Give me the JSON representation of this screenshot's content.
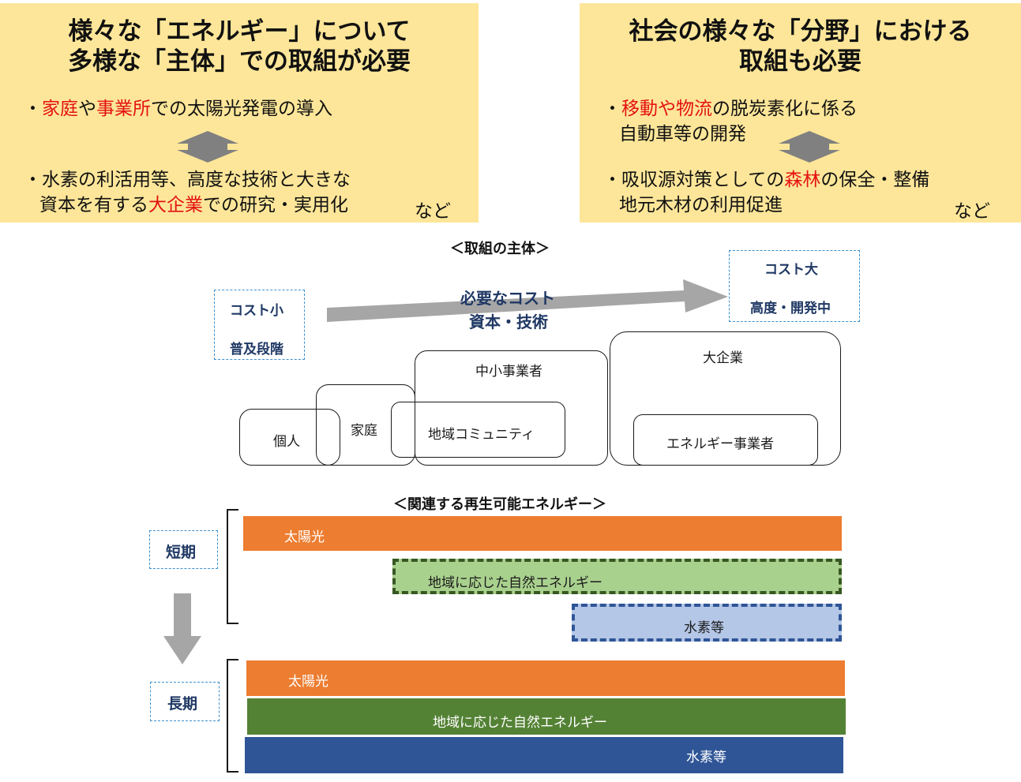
{
  "left_panel": {
    "title_line1": "様々な「エネルギー」について",
    "title_line2": "多様な「主体」での取組が必要",
    "b1_red1": "家庭",
    "b1_mid": "や",
    "b1_red2": "事業所",
    "b1_rest": "での太陽光発電の導入",
    "b2_line1": "・水素の利活用等、高度な技術と大きな",
    "b2_line2_pre": "資本を有する",
    "b2_line2_red": "大企業",
    "b2_line2_post": "での研究・実用化",
    "etc": "など"
  },
  "right_panel": {
    "title_line1": "社会の様々な「分野」における",
    "title_line2": "取組も必要",
    "b1_red": "移動や物流",
    "b1_rest": "の脱炭素化に係る",
    "b1_line2": "自動車等の開発",
    "b2_pre": "・吸収源対策としての",
    "b2_red": "森林",
    "b2_post": "の保全・整備",
    "b2_line2": "地元木材の利用促進",
    "etc": "など"
  },
  "actors": {
    "section_title": "＜取組の主体＞",
    "cost_small_label": "コスト小",
    "cost_small_stage": "普及段階",
    "cost_large_label": "コスト大",
    "cost_large_stage": "高度・開発中",
    "arrow_line1": "必要なコスト",
    "arrow_line2": "資本・技術",
    "individual": "個人",
    "household": "家庭",
    "sme": "中小事業者",
    "community": "地域コミュニティ",
    "large_company": "大企業",
    "energy_company": "エネルギー事業者"
  },
  "energy": {
    "section_title": "＜関連する再生可能エネルギー＞",
    "short_term": "短期",
    "long_term": "長期",
    "solar": "太陽光",
    "regional": "地域に応じた自然エネルギー",
    "hydrogen": "水素等"
  },
  "colors": {
    "panel": "#fde699",
    "orange": "#ed7d31",
    "light_green": "#a9d18e",
    "dark_green": "#548235",
    "light_blue": "#b4c7e7",
    "dark_blue": "#2f5597",
    "navy_text": "#1f3864",
    "red_text": "#e31212"
  }
}
